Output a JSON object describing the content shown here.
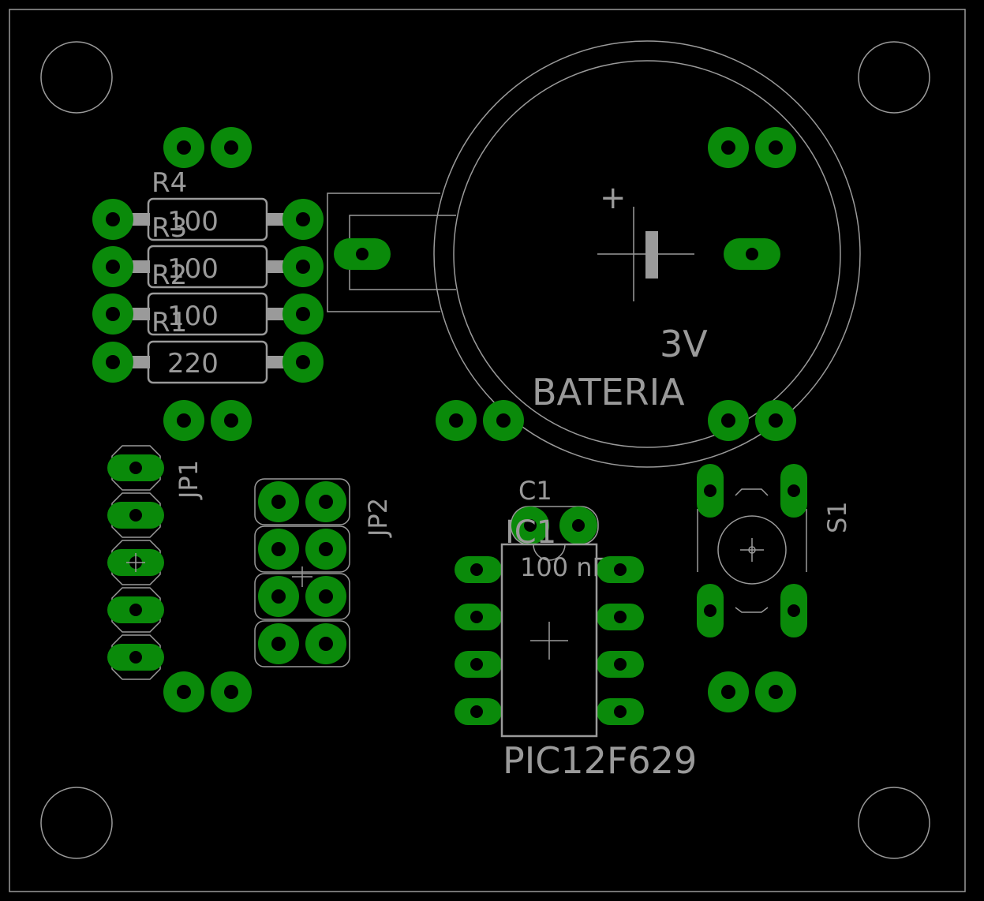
{
  "board": {
    "background": "#000000",
    "outline_color": "#9a9a9a",
    "pad_color": "#0a8a0a",
    "silk_color": "#9a9a9a"
  },
  "labels": {
    "r4_name": "R4",
    "r4_value": "100",
    "r3_name": "R3",
    "r3_value": "100",
    "r2_name": "R2",
    "r2_value": "100",
    "r1_name": "R1",
    "r1_value": "220",
    "battery_voltage": "3V",
    "battery_name": "BATERIA",
    "battery_plus": "+",
    "jp1": "JP1",
    "jp2": "JP2",
    "c1_name": "C1",
    "c1_value": "100 nF",
    "ic_name": "IC1",
    "ic_value": "PIC12F629",
    "switch_name": "S1"
  }
}
